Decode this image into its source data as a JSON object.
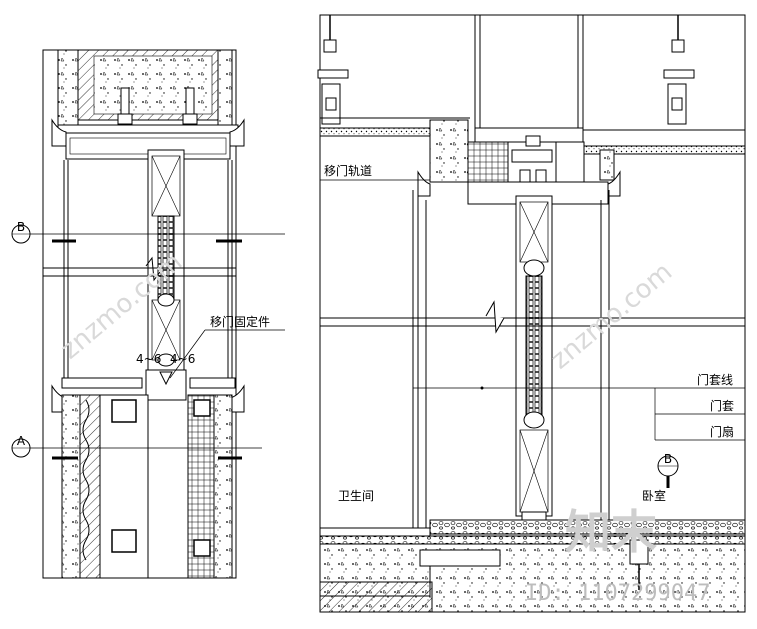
{
  "left_detail": {
    "marker_top": "B",
    "marker_bottom": "A",
    "fixing_label": "移门固定件",
    "dim_left": "4~6",
    "dim_right": "4~6"
  },
  "right_detail": {
    "track_label": "移门轨道",
    "casing_line_label": "门套线",
    "casing_label": "门套",
    "leaf_label": "门扇",
    "marker": "B",
    "room_left": "卫生间",
    "room_right": "卧室"
  },
  "watermark": {
    "site": "znzmo.com",
    "brand": "知末",
    "id": "ID: 1107299047"
  }
}
